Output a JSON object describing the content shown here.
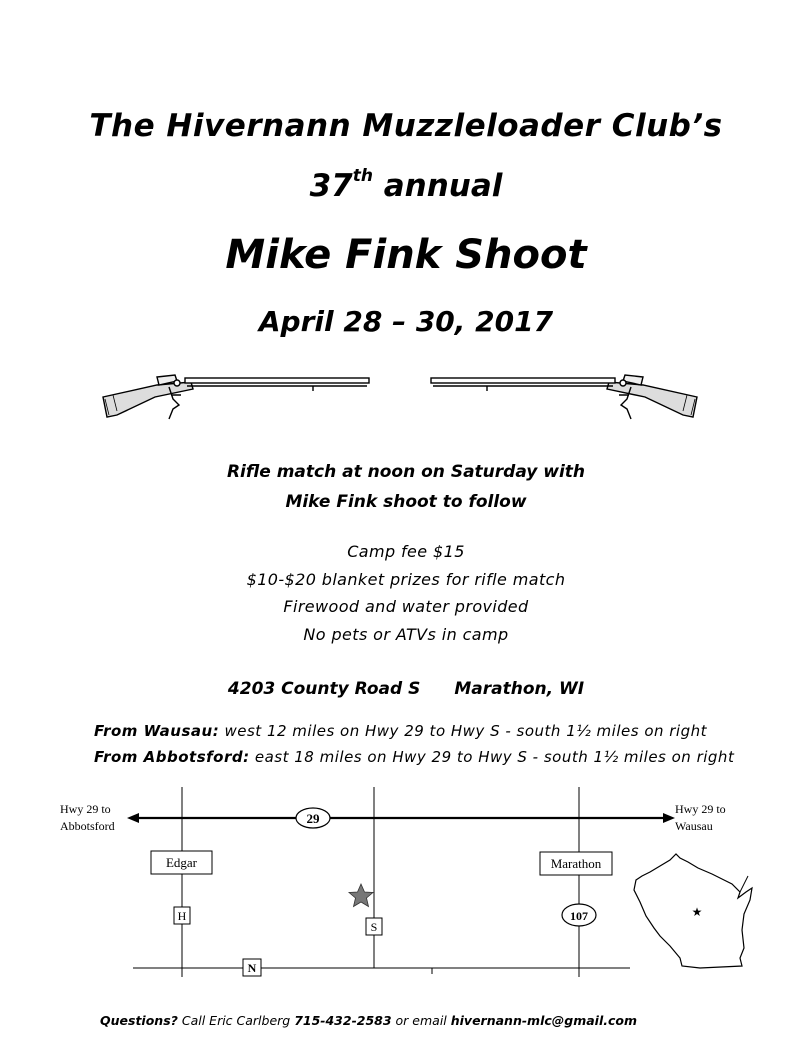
{
  "header": {
    "line1": "The Hivernann Muzzleloader Club’s",
    "line2_number": "37",
    "line2_suffix": "th",
    "line2_rest": " annual",
    "event_name": "Mike Fink Shoot",
    "dates": "April 28 – 30, 2017"
  },
  "schedule": {
    "line1": "Rifle match at noon on Saturday with",
    "line2": "Mike Fink shoot to follow"
  },
  "details": [
    "Camp fee $15",
    "$10-$20 blanket prizes for rifle match",
    "Firewood and water provided",
    "No pets or ATVs in camp"
  ],
  "address": {
    "street": "4203 County Road S",
    "city": "Marathon, WI"
  },
  "directions": [
    {
      "from": "From Wausau:",
      "text": " west 12 miles on Hwy 29 to Hwy S - south 1½ miles on right"
    },
    {
      "from": "From Abbotsford:",
      "text": " east 18 miles on Hwy 29 to Hwy S - south 1½ miles on right"
    }
  ],
  "map": {
    "left_label_1": "Hwy 29 to",
    "left_label_2": "Abbotsford",
    "right_label_1": "Hwy 29 to",
    "right_label_2": "Wausau",
    "hwy_29": "29",
    "town_edgar": "Edgar",
    "town_marathon": "Marathon",
    "road_h": "H",
    "road_s": "S",
    "road_107": "107",
    "road_n": "N",
    "star_color": "#777777"
  },
  "footer": {
    "questions": "Questions?",
    "call_text": " Call Eric Carlberg ",
    "phone": "715-432-2583",
    "or_text": " or email ",
    "email": "hivernann-mlc@gmail.com"
  }
}
